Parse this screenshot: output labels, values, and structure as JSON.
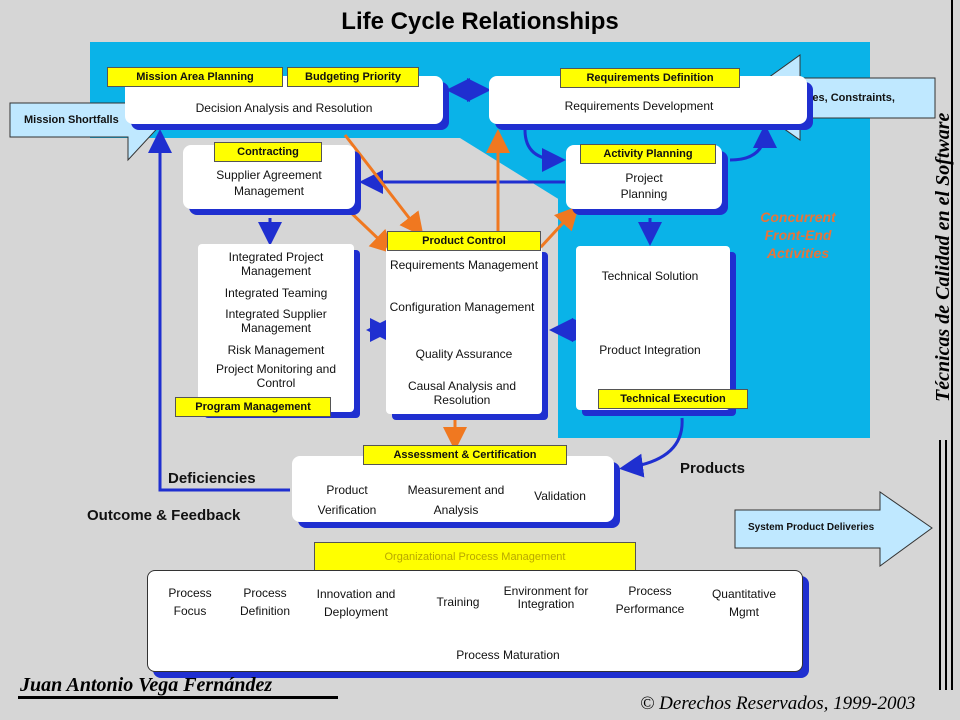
{
  "title": "Life Cycle Relationships",
  "side_text": "Técnicas de Calidad en el Software",
  "concurrent": [
    "Concurrent",
    "Front-End",
    "Activities"
  ],
  "tags": {
    "mission_area": "Mission Area Planning",
    "budgeting": "Budgeting Priority",
    "req_def": "Requirements Definition",
    "contracting": "Contracting",
    "activity_planning": "Activity Planning",
    "product_control": "Product Control",
    "program_mgmt": "Program Management",
    "technical_exec": "Technical Execution",
    "assessment": "Assessment  & Certification",
    "org_process": "Organizational Process Management"
  },
  "boxes": {
    "decision": "Decision Analysis and Resolution",
    "req_dev": "Requirements Development",
    "supplier": [
      "Supplier Agreement",
      "Management"
    ],
    "project_planning": [
      "Project",
      "Planning"
    ],
    "program_items": [
      "Integrated Project Management",
      "Integrated Teaming",
      "Integrated Supplier Management",
      "Risk Management",
      "Project Monitoring and Control"
    ],
    "control_items": [
      "Requirements Management",
      "Configuration Management",
      "Quality  Assurance",
      "Causal Analysis and Resolution"
    ],
    "tech_items": [
      "Technical Solution",
      "Product Integration"
    ],
    "assessment_items": [
      "Product Verification",
      "Measurement and Analysis",
      "Validation"
    ],
    "process_items": [
      "Process Focus",
      "Process Definition",
      "Innovation and Deployment",
      "Training",
      "Environment for Integration",
      "Process Performance",
      "Quantitative Mgmt"
    ],
    "process_maturation": "Process Maturation"
  },
  "arrows": {
    "mission_shortfalls": "Mission Shortfalls",
    "directives": "Directives, Constraints,",
    "system_deliveries": "System Product Deliveries"
  },
  "labels": {
    "deficiencies": "Deficiencies",
    "outcome": "Outcome & Feedback",
    "products": "Products"
  },
  "author": "Juan Antonio Vega Fernández",
  "copyright": "© Derechos Reservados, 1999-2003",
  "colors": {
    "cyan": "#0ab3e8",
    "yellow": "#ffff00",
    "shadow_blue": "#1f2fd0",
    "orange": "#f07820"
  }
}
